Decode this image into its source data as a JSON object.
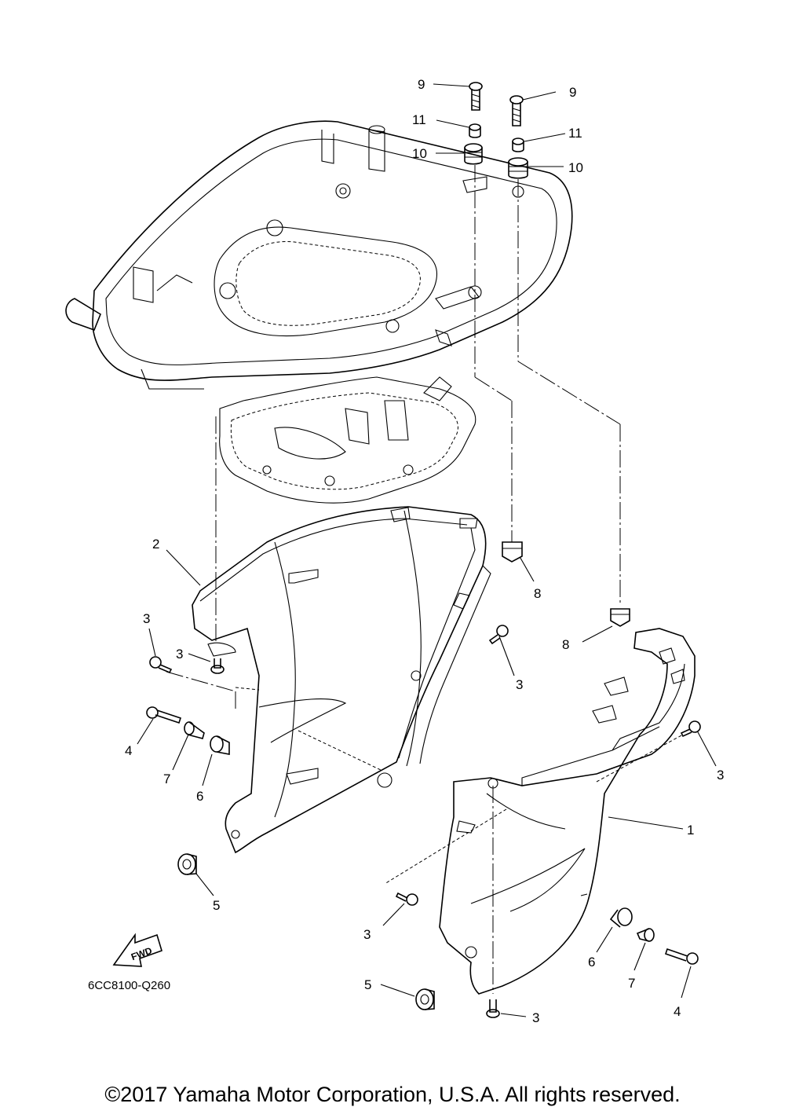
{
  "diagram_code": "6CC8100-Q260",
  "copyright": "©2017 Yamaha Motor Corporation, U.S.A. All rights reserved.",
  "fwd_label": "FWD",
  "callouts": {
    "c9a": "9",
    "c9b": "9",
    "c11a": "11",
    "c11b": "11",
    "c10a": "10",
    "c10b": "10",
    "c2": "2",
    "c8a": "8",
    "c8b": "8",
    "c3a": "3",
    "c3b": "3",
    "c3c": "3",
    "c3d": "3",
    "c3e": "3",
    "c3f": "3",
    "c4a": "4",
    "c4b": "4",
    "c7a": "7",
    "c7b": "7",
    "c6a": "6",
    "c6b": "6",
    "c5a": "5",
    "c5b": "5",
    "c1": "1"
  }
}
